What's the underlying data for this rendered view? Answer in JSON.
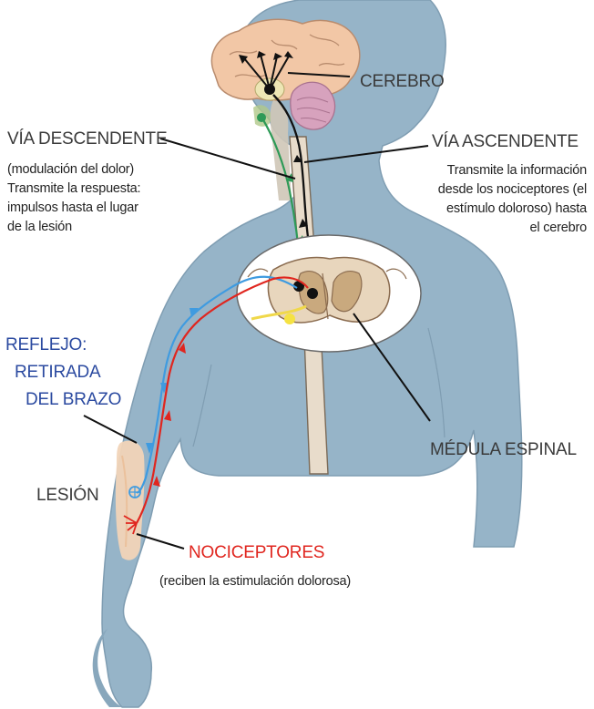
{
  "labels": {
    "cerebro": "CEREBRO",
    "via_descendente": "VÍA DESCENDENTE",
    "via_descendente_detail": {
      "line1": "(modulación del dolor)",
      "line2": "Transmite la respuesta:",
      "line3": "impulsos hasta el lugar",
      "line4": "de la lesión"
    },
    "via_ascendente": "VÍA ASCENDENTE",
    "via_ascendente_detail": {
      "line1": "Transmite la información",
      "line2": "desde los nociceptores (el",
      "line3": "estímulo doloroso) hasta",
      "line4": "el cerebro"
    },
    "reflejo": {
      "line1": "REFLEJO:",
      "line2": "RETIRADA",
      "line3": "DEL BRAZO"
    },
    "lesion": "LESIÓN",
    "medula_espinal": "MÉDULA ESPINAL",
    "nociceptores": "NOCICEPTORES",
    "nociceptores_detail": "(reciben la estimulación dolorosa)"
  },
  "colors": {
    "body": "#96b4c8",
    "brain": "#f2c7a6",
    "cerebellum": "#d7a2bd",
    "ascending_path": "#111111",
    "descending_path": "#2e9a57",
    "reflex_path": "#3f9be0",
    "nociceptor_path": "#e0261f",
    "label_blue": "#2b4aa0",
    "label_red": "#e0261f"
  }
}
